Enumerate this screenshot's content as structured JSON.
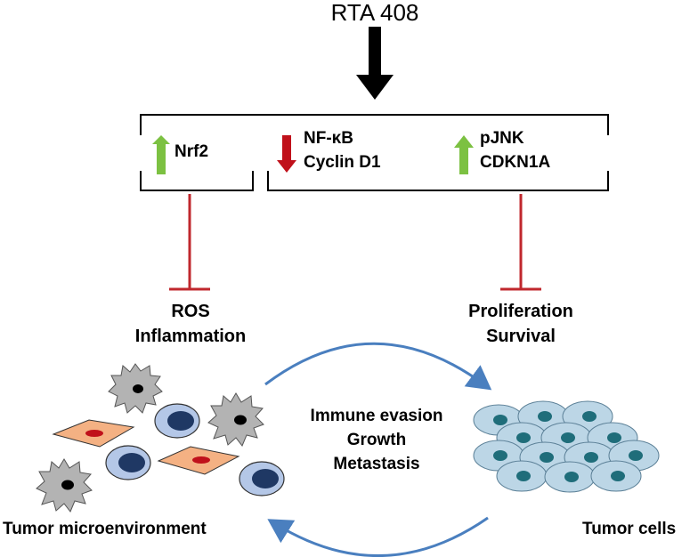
{
  "drug": "RTA 408",
  "effects": {
    "group_left": {
      "arrow": "up",
      "arrow_color": "#7cc142",
      "lines": [
        "Nrf2"
      ]
    },
    "group_middle": {
      "arrow": "down",
      "arrow_color": "#c0111b",
      "lines": [
        "NF-κB",
        "Cyclin D1"
      ]
    },
    "group_right": {
      "arrow": "up",
      "arrow_color": "#7cc142",
      "lines": [
        "pJNK",
        "CDKN1A"
      ]
    }
  },
  "inhibited_left": [
    "ROS",
    "Inflammation"
  ],
  "inhibited_right": [
    "Proliferation",
    "Survival"
  ],
  "cycle": {
    "center_lines": [
      "Immune evasion",
      "Growth",
      "Metastasis"
    ],
    "left_label": "Tumor microenvironment",
    "right_label": "Tumor cells"
  },
  "colors": {
    "inhibition": "#c0272d",
    "cycle_arrow": "#4a7fbf",
    "up_arrow": "#7cc142",
    "down_arrow": "#c0111b",
    "macrophage": "#b3b3b3",
    "fibroblast": "#f4b183",
    "lymphocyte": "#b4c7e7",
    "tumor_cell": "#bcd6e6",
    "tumor_nucleus": "#1f6d7a"
  }
}
